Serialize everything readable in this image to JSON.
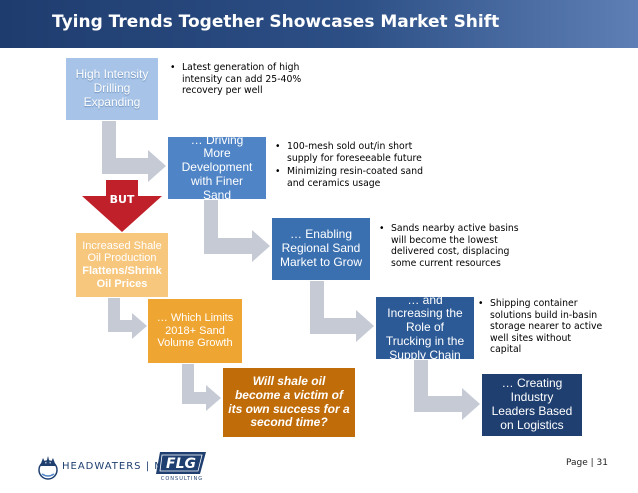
{
  "header": {
    "title": "Tying Trends Together Showcases Market Shift"
  },
  "blue_chain": [
    {
      "label": "High Intensity\nDrilling\nExpanding"
    },
    {
      "label": "… Driving\nMore\nDevelopment\nwith Finer\nSand"
    },
    {
      "label": "… Enabling\nRegional Sand\nMarket to Grow"
    },
    {
      "label": "… and\nIncreasing the\nRole of\nTrucking in the\nSupply Chain"
    },
    {
      "label": "… Creating\nIndustry\nLeaders Based\non Logistics"
    }
  ],
  "orange_chain": [
    {
      "line1": "Increased Shale",
      "line2": "Oil Production",
      "bold_line1": "Flattens/Shrink",
      "bold_line2": "Oil Prices"
    },
    {
      "label": "… Which Limits\n2018+ Sand\nVolume Growth"
    },
    {
      "label": "Will shale oil\nbecome a victim of\nits own success for a\nsecond time?"
    }
  ],
  "but_label": "BUT",
  "notes": [
    {
      "bullets": [
        "Latest generation of high\nintensity can add 25-40%\nrecovery per well"
      ]
    },
    {
      "bullets": [
        "100-mesh sold out/in short\nsupply for foreseeable future",
        "Minimizing resin-coated sand\nand ceramics usage"
      ]
    },
    {
      "bullets": [
        "Sands nearby active basins\nwill become the lowest\ndelivered cost, displacing\nsome current resources"
      ]
    },
    {
      "bullets": [
        "Shipping container\nsolutions build in-basin\nstorage nearer to active\nwell sites without\ncapital"
      ]
    }
  ],
  "bullet_char": "•",
  "footer": {
    "page": "Page | 31",
    "logo1": "HEADWATERS",
    "logo1_suffix": "MB",
    "logo2": "FLG",
    "logo2_sub": "CONSULTING"
  },
  "colors": {
    "header": "#1f3c6e",
    "arrow_gray": "#c5cad4",
    "but_arrow": "#c0202a",
    "blue1": "#a7c4e8",
    "blue2": "#4f84c6",
    "blue3": "#3a70b0",
    "blue4": "#2c5a96",
    "blue5": "#1f3f70",
    "orange1": "#f7c77e",
    "orange2": "#efa531",
    "orange3": "#c06c08"
  }
}
